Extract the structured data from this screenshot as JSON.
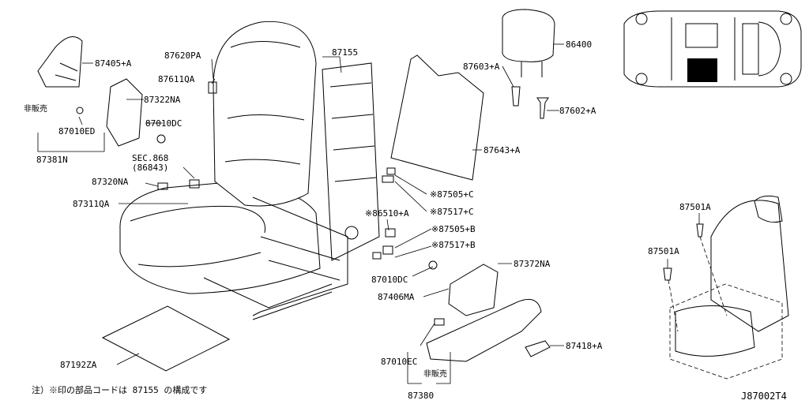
{
  "diagram_id": "J87002T4",
  "footnote": "注）※印の部品コードは 87155 の構成です",
  "callouts": {
    "p87405A": "87405+A",
    "p87620PA": "87620PA",
    "p87155": "87155",
    "p86400": "86400",
    "p87611QA": "87611QA",
    "p87322NA": "87322NA",
    "p87603A": "87603+A",
    "p87602A": "87602+A",
    "p87010DC_a": "87010DC",
    "p87010ED": "87010ED",
    "p87381N": "87381N",
    "pSEC868": "SEC.868",
    "pSEC868sub": "(86843)",
    "p87643A": "87643+A",
    "p87320NA": "87320NA",
    "p87311QA": "87311QA",
    "p87505C": "※87505+C",
    "p87517C": "※87517+C",
    "p86510A": "※86510+A",
    "p87505B": "※87505+B",
    "p87517B": "※87517+B",
    "p87372NA": "87372NA",
    "p87010DC_b": "87010DC",
    "p87406MA": "87406MA",
    "p87501A_a": "87501A",
    "p87501A_b": "87501A",
    "p87418A": "87418+A",
    "p87192ZA": "87192ZA",
    "p87010EC": "87010EC",
    "p87380": "87380",
    "not_sold_a": "非販売",
    "not_sold_b": "非販売"
  }
}
